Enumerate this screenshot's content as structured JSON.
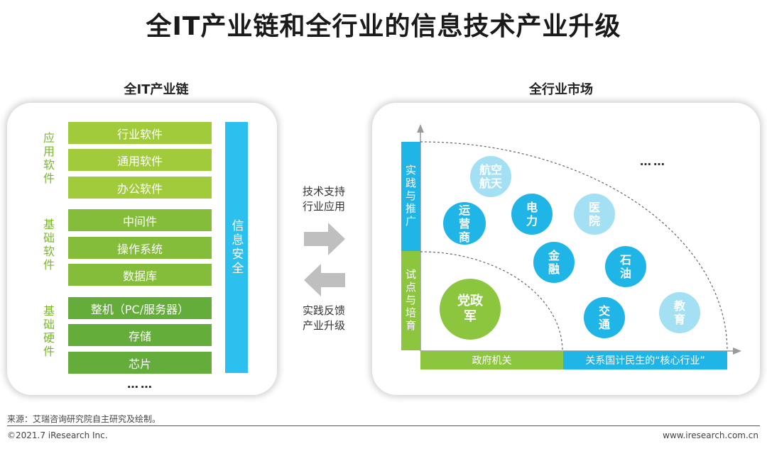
{
  "title": "全IT产业链和全行业的信息技术产业升级",
  "left": {
    "title": "全IT产业链",
    "groups": [
      {
        "label": "应用软件",
        "items": [
          "行业软件",
          "通用软件",
          "办公软件"
        ]
      },
      {
        "label": "基础软件",
        "items": [
          "中间件",
          "操作系统",
          "数据库"
        ]
      },
      {
        "label": "基础硬件",
        "items": [
          "整机（PC/服务器）",
          "存储",
          "芯片"
        ]
      }
    ],
    "security": "信息安全",
    "ellipsis": "……"
  },
  "middle": {
    "forward": "技术支持\n行业应用",
    "backward": "实践反馈\n产业升级"
  },
  "right": {
    "title": "全行业市场",
    "y_axis": {
      "top": "实践与推广",
      "bottom": "试点与培育"
    },
    "x_axis": {
      "left": "政府机关",
      "right": "关系国计民生的“核心行业”"
    },
    "bubbles": [
      "党政军",
      "运营商",
      "航空航天",
      "电力",
      "医院",
      "金融",
      "石油",
      "交通",
      "教育"
    ],
    "ellipsis": "……",
    "colors": {
      "green_bar": "#8cc63f",
      "blue_bar": "#1fb5e6",
      "bubble_blue": "#1fb5e6",
      "bubble_light": "#a4e0f3",
      "dang_green": "#8cc63f"
    }
  },
  "footer": {
    "source": "来源：艾瑞咨询研究院自主研究及绘制。",
    "copyright": "©2021.7 iResearch Inc.",
    "website": "www.iresearch.com.cn"
  }
}
